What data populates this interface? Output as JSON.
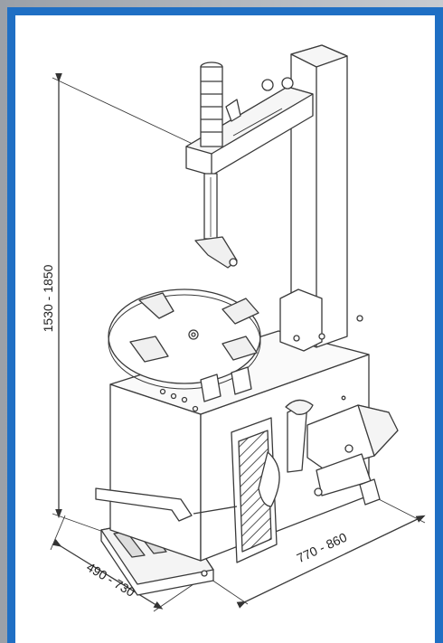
{
  "dimensions": {
    "height_label": "1530 - 1850",
    "width_label": "490 - 730",
    "depth_label": "770 - 860"
  },
  "colors": {
    "frame_blue": "#1f6fc4",
    "line": "#3a3a3a",
    "background": "#ffffff"
  }
}
